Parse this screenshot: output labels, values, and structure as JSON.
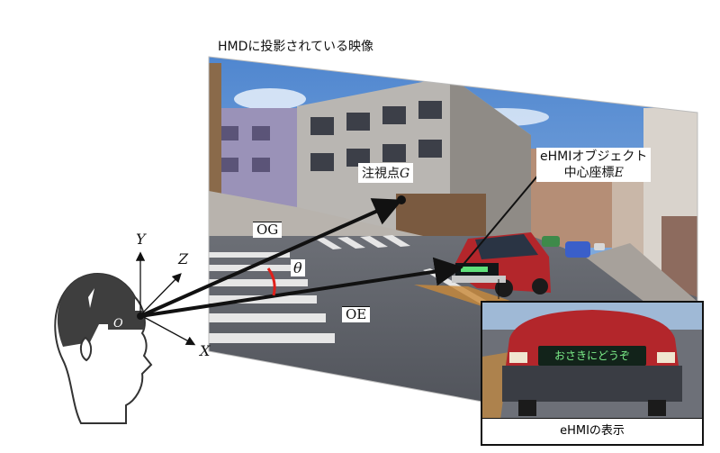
{
  "labels": {
    "screen_title": "HMDに投影されている映像",
    "gaze_point": "注視点",
    "gaze_point_symbol": "G",
    "ehmi_object_line1": "eHMIオブジェクト",
    "ehmi_object_line2": "中心座標",
    "ehmi_object_symbol": "E",
    "vector_og": "OG",
    "vector_oe": "OE",
    "angle": "θ",
    "origin": "O",
    "axis_x": "X",
    "axis_y": "Y",
    "axis_z": "Z",
    "inset_caption": "eHMIの表示",
    "ehmi_message": "おさきにどうぞ"
  },
  "colors": {
    "sky": "#6f9fd8",
    "road": "#5e6168",
    "car_body": "#b3262b",
    "angle_arc": "#e0201a",
    "ehmi_text": "#7df08a"
  }
}
